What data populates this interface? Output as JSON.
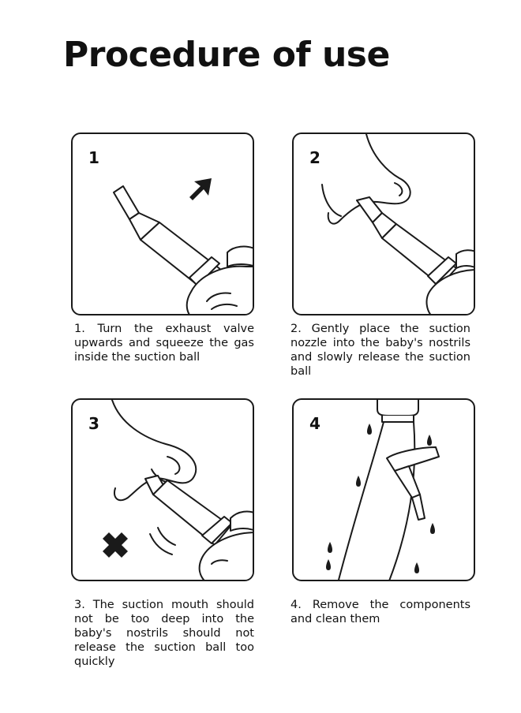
{
  "page": {
    "title": "Procedure of use"
  },
  "steps": [
    {
      "number": "1",
      "icon": "aspirator-upward-arrow-illustration",
      "caption": "1. Turn the exhaust valve upwards and squeeze the gas inside the suction ball"
    },
    {
      "number": "2",
      "icon": "nose-with-aspirator-illustration",
      "caption": "2. Gently place the suction nozzle into the baby's nostrils and slowly release the suction ball"
    },
    {
      "number": "3",
      "icon": "nose-with-aspirator-warning-illustration",
      "caption": "3. The suction mouth should not be too deep into the baby's nostrils should not release the suction ball too quickly"
    },
    {
      "number": "4",
      "icon": "washing-components-illustration",
      "caption": "4. Remove the components and clean them"
    }
  ],
  "colors": {
    "ink": "#1a1a1a",
    "background": "#ffffff"
  }
}
